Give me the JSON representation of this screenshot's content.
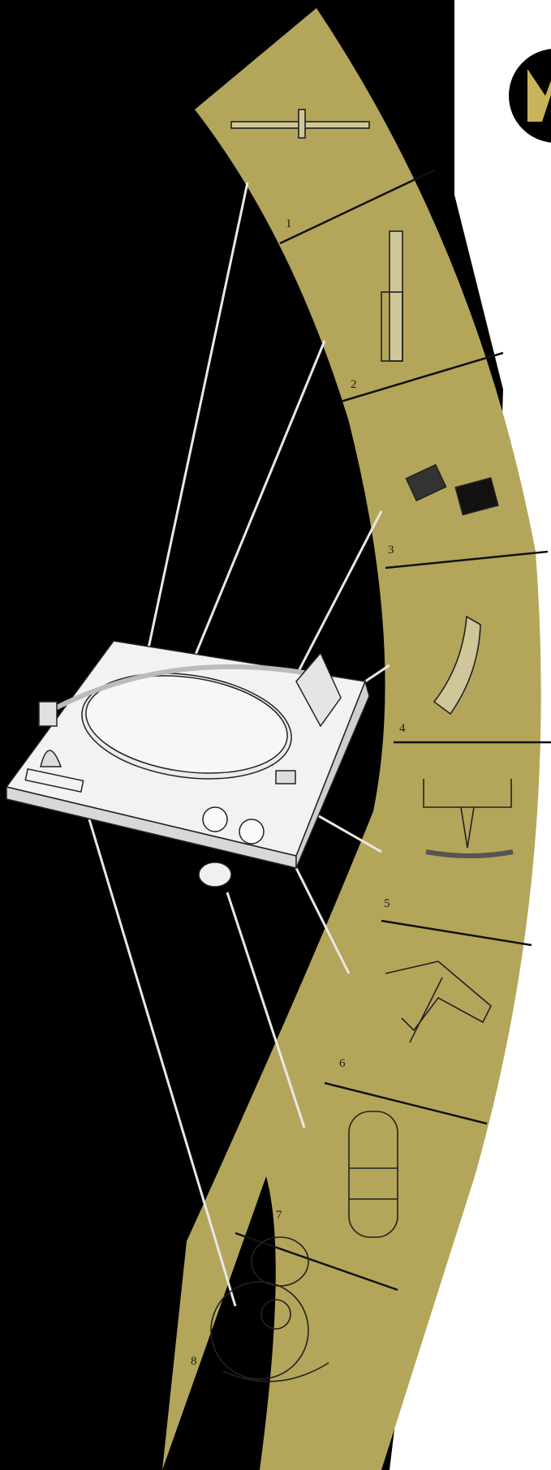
{
  "palette": {
    "background": "#000000",
    "band": "#b3a65a",
    "page": "#ffffff",
    "logo_disc": "#000000",
    "logo_mark": "#c8b45a"
  },
  "logo": {
    "icon": "emblem-icon"
  },
  "segments": [
    {
      "number": "1",
      "icon": "tonearm-counterweight-icon"
    },
    {
      "number": "2",
      "icon": "pivot-post-icon"
    },
    {
      "number": "3",
      "icon": "cartridge-icon"
    },
    {
      "number": "4",
      "icon": "tonearm-head-icon"
    },
    {
      "number": "5",
      "icon": "stylus-groove-icon"
    },
    {
      "number": "6",
      "icon": "cueing-lever-icon"
    },
    {
      "number": "7",
      "icon": "spindle-icon"
    },
    {
      "number": "8",
      "icon": "motor-icon"
    }
  ],
  "center": {
    "icon": "turntable-icon"
  }
}
